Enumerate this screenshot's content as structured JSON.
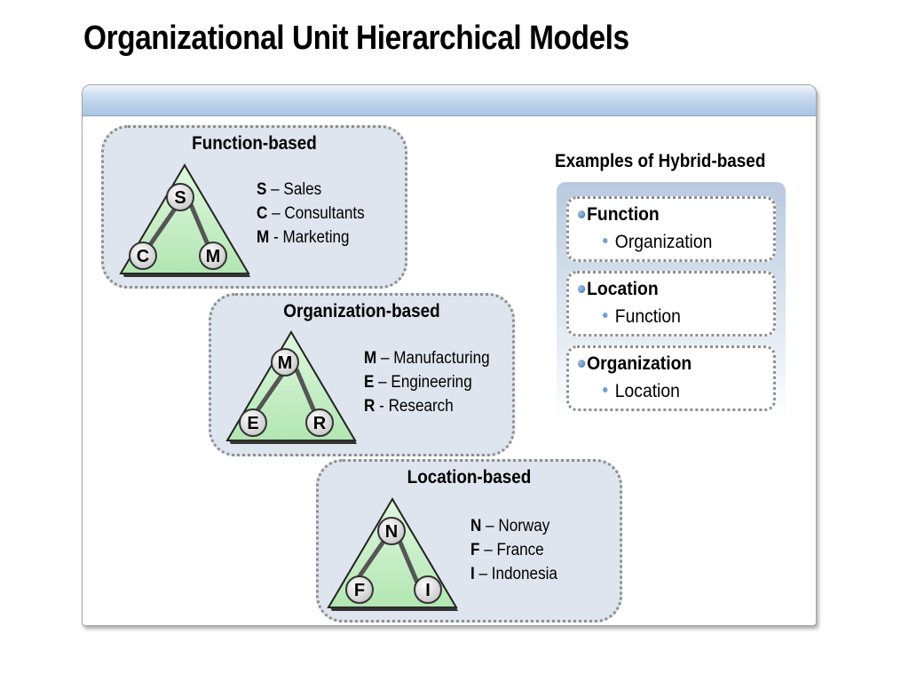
{
  "title": "Organizational Unit Hierarchical Models",
  "groups": [
    {
      "title": "Function-based",
      "nodes": {
        "top": "S",
        "left": "C",
        "right": "M"
      },
      "legend": [
        {
          "key": "S",
          "sep": " – ",
          "text": "Sales"
        },
        {
          "key": "C",
          "sep": " – ",
          "text": "Consultants"
        },
        {
          "key": "M",
          "sep": " - ",
          "text": "Marketing"
        }
      ]
    },
    {
      "title": "Organization-based",
      "nodes": {
        "top": "M",
        "left": "E",
        "right": "R"
      },
      "legend": [
        {
          "key": "M",
          "sep": " – ",
          "text": "Manufacturing"
        },
        {
          "key": "E",
          "sep": " – ",
          "text": "Engineering"
        },
        {
          "key": "R",
          "sep": " - ",
          "text": "Research"
        }
      ]
    },
    {
      "title": "Location-based",
      "nodes": {
        "top": "N",
        "left": "F",
        "right": "I"
      },
      "legend": [
        {
          "key": "N",
          "sep": " – ",
          "text": "Norway"
        },
        {
          "key": "F",
          "sep": " – ",
          "text": "France"
        },
        {
          "key": "I",
          "sep": " – ",
          "text": "Indonesia"
        }
      ]
    }
  ],
  "hybrid": {
    "title": "Examples of Hybrid-based",
    "items": [
      {
        "main": "Function",
        "sub": "Organization"
      },
      {
        "main": "Location",
        "sub": "Function"
      },
      {
        "main": "Organization",
        "sub": "Location"
      }
    ]
  },
  "colors": {
    "triangle_fill": "#c6f0c6",
    "node_fill": "#e3e3e3",
    "group_fill": "#dfe5ee",
    "header_bar": "#a9c4e2"
  }
}
